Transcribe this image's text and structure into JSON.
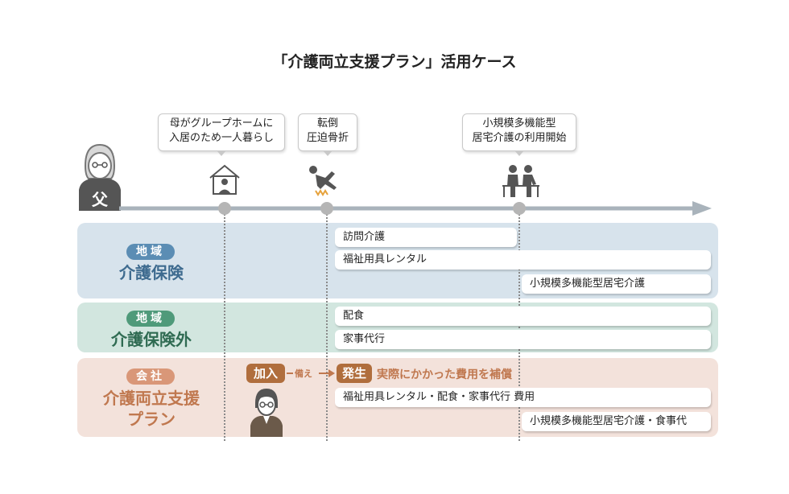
{
  "title": "「介護両立支援プラン」活用ケース",
  "father_label": "父",
  "events": [
    {
      "line1": "母がグループホームに",
      "line2": "入居のため一人暮らし",
      "icon": "house-person-icon"
    },
    {
      "line1": "転倒",
      "line2": "圧迫骨折",
      "icon": "falling-person-icon"
    },
    {
      "line1": "小規模多機能型",
      "line2": "居宅介護の利用開始",
      "icon": "caregiver-icon"
    }
  ],
  "categories": {
    "insurance": {
      "tag": "地域",
      "title": "介護保険",
      "color": "#3e6b8f",
      "pill_color": "#5b8db4",
      "items": [
        "訪問介護",
        "福祉用具レンタル",
        "小規模多機能型居宅介護"
      ]
    },
    "non_insurance": {
      "tag": "地域",
      "title": "介護保険外",
      "color": "#2f6b52",
      "pill_color": "#4f9a7a",
      "items": [
        "配食",
        "家事代行"
      ]
    },
    "plan": {
      "tag": "会社",
      "title_line1": "介護両立支援",
      "title_line2": "プラン",
      "color": "#c0784f",
      "pill_color": "#d99778",
      "items": [
        "福祉用具レンタル・配食・家事代行 費用",
        "小規模多機能型居宅介護・食事代"
      ]
    }
  },
  "flow": {
    "join": "加入",
    "prepare": "備え",
    "occur": "発生",
    "note": "実際にかかった費用を補償",
    "color": "#b06e3d"
  },
  "colors": {
    "timeline": "#a9b3bb",
    "node": "#b5b5b5",
    "icon_dark": "#5a5a5a"
  }
}
